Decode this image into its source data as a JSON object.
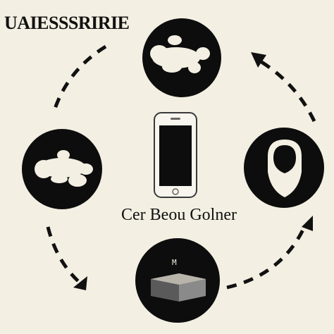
{
  "title": "UAIESSSRIRIE",
  "caption": "Cer Beou Golner",
  "bottom_icon_label": "M",
  "colors": {
    "background": "#f3efe2",
    "node_fill": "#0d0d0d",
    "glyph_fill": "#f3efe2",
    "arrow": "#111111"
  },
  "nodes": [
    {
      "id": "top",
      "icon": "animal-silhouette-icon"
    },
    {
      "id": "left",
      "icon": "animal-silhouette-icon"
    },
    {
      "id": "right",
      "icon": "shield-badge-icon"
    },
    {
      "id": "bottom",
      "icon": "open-box-icon"
    },
    {
      "id": "center",
      "icon": "smartphone-icon"
    }
  ]
}
